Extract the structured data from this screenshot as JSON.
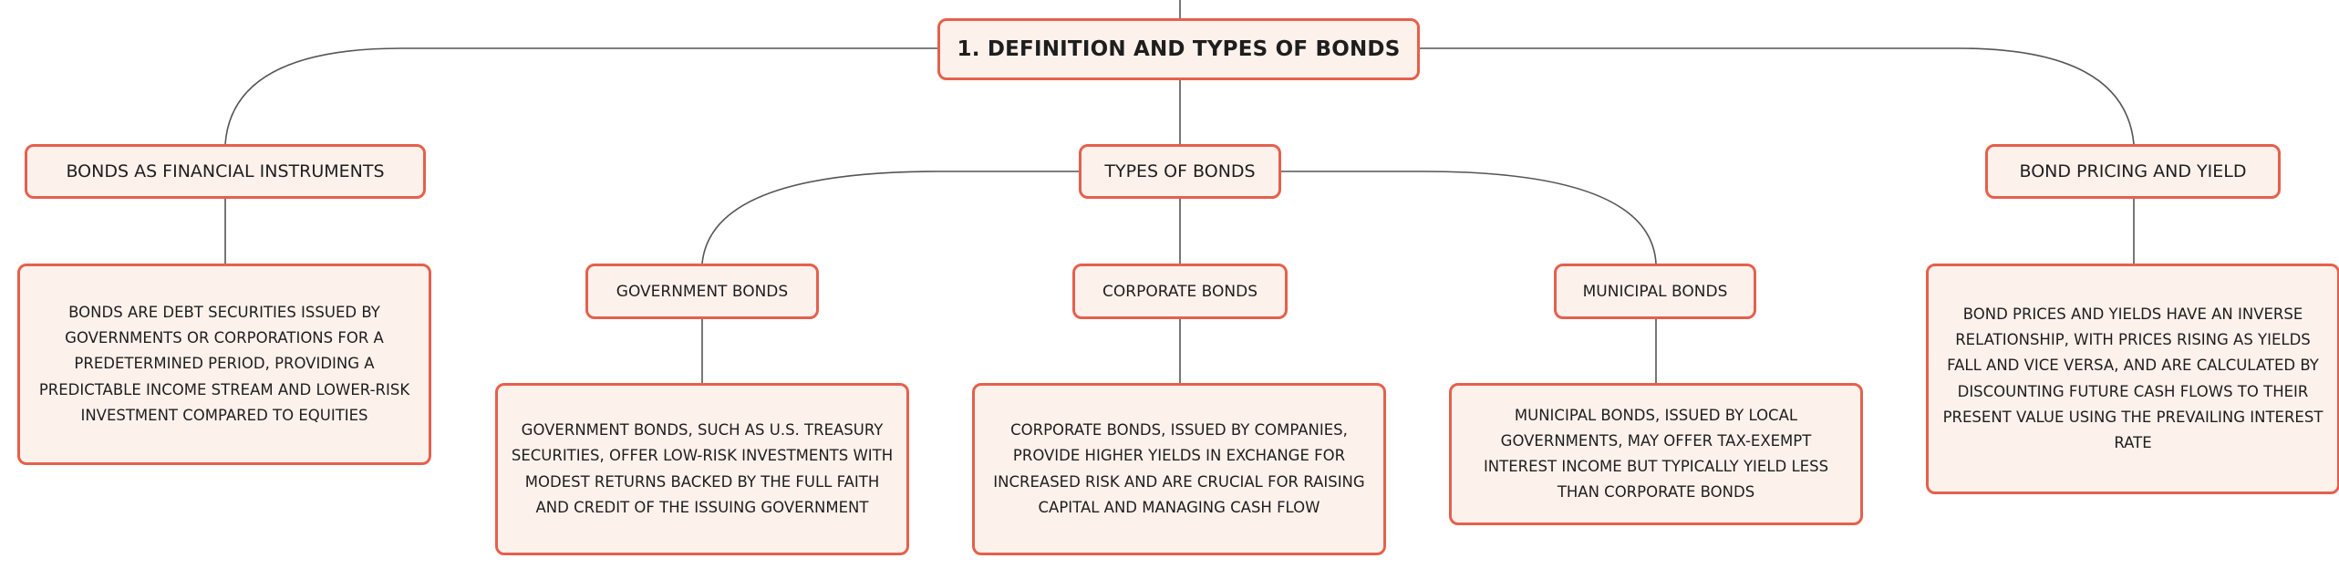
{
  "root": {
    "label": "1. DEFINITION AND TYPES OF BONDS"
  },
  "branches": {
    "instruments": {
      "label": "BONDS AS FINANCIAL INSTRUMENTS",
      "description": "BONDS ARE DEBT SECURITIES ISSUED BY GOVERNMENTS OR CORPORATIONS FOR A PREDETERMINED PERIOD, PROVIDING A PREDICTABLE INCOME STREAM AND LOWER-RISK INVESTMENT COMPARED TO EQUITIES"
    },
    "types": {
      "label": "TYPES OF BONDS",
      "children": {
        "government": {
          "label": "GOVERNMENT BONDS",
          "description": "GOVERNMENT BONDS, SUCH AS U.S. TREASURY SECURITIES, OFFER LOW-RISK INVESTMENTS WITH MODEST RETURNS BACKED BY THE FULL FAITH AND CREDIT OF THE ISSUING GOVERNMENT"
        },
        "corporate": {
          "label": "CORPORATE BONDS",
          "description": "CORPORATE BONDS, ISSUED BY COMPANIES, PROVIDE HIGHER YIELDS IN EXCHANGE FOR INCREASED RISK AND ARE CRUCIAL FOR RAISING CAPITAL AND MANAGING CASH FLOW"
        },
        "municipal": {
          "label": "MUNICIPAL BONDS",
          "description": "MUNICIPAL BONDS, ISSUED BY LOCAL GOVERNMENTS, MAY OFFER TAX-EXEMPT INTEREST INCOME BUT TYPICALLY YIELD LESS THAN CORPORATE BONDS"
        }
      }
    },
    "pricing": {
      "label": "BOND PRICING AND YIELD",
      "description": "BOND PRICES AND YIELDS HAVE AN INVERSE RELATIONSHIP, WITH PRICES RISING AS YIELDS FALL AND VICE VERSA, AND ARE CALCULATED BY DISCOUNTING FUTURE CASH FLOWS TO THEIR PRESENT VALUE USING THE PREVAILING INTEREST RATE"
    }
  },
  "colors": {
    "border": "#e5604c",
    "fill": "#fdf1ec",
    "line": "#555555"
  }
}
